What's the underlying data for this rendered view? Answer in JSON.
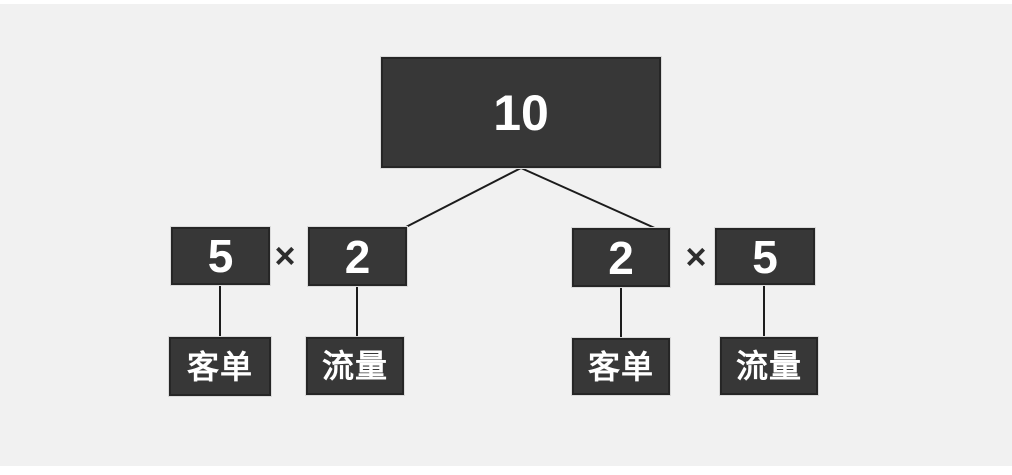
{
  "colors": {
    "page_background": "#ffffff",
    "canvas_background": "#f1f1f1",
    "box_fill": "#373737",
    "box_border": "#262626",
    "box_text": "#ffffff",
    "operator_color": "#2d2d2d",
    "connector_color": "#1c1c1c"
  },
  "diagram": {
    "root": {
      "value": "10"
    },
    "left_branch": {
      "factor1": {
        "value": "5",
        "label": "客单"
      },
      "operator": "×",
      "factor2": {
        "value": "2",
        "label": "流量"
      }
    },
    "right_branch": {
      "factor1": {
        "value": "2",
        "label": "客单"
      },
      "operator": "×",
      "factor2": {
        "value": "5",
        "label": "流量"
      }
    }
  }
}
